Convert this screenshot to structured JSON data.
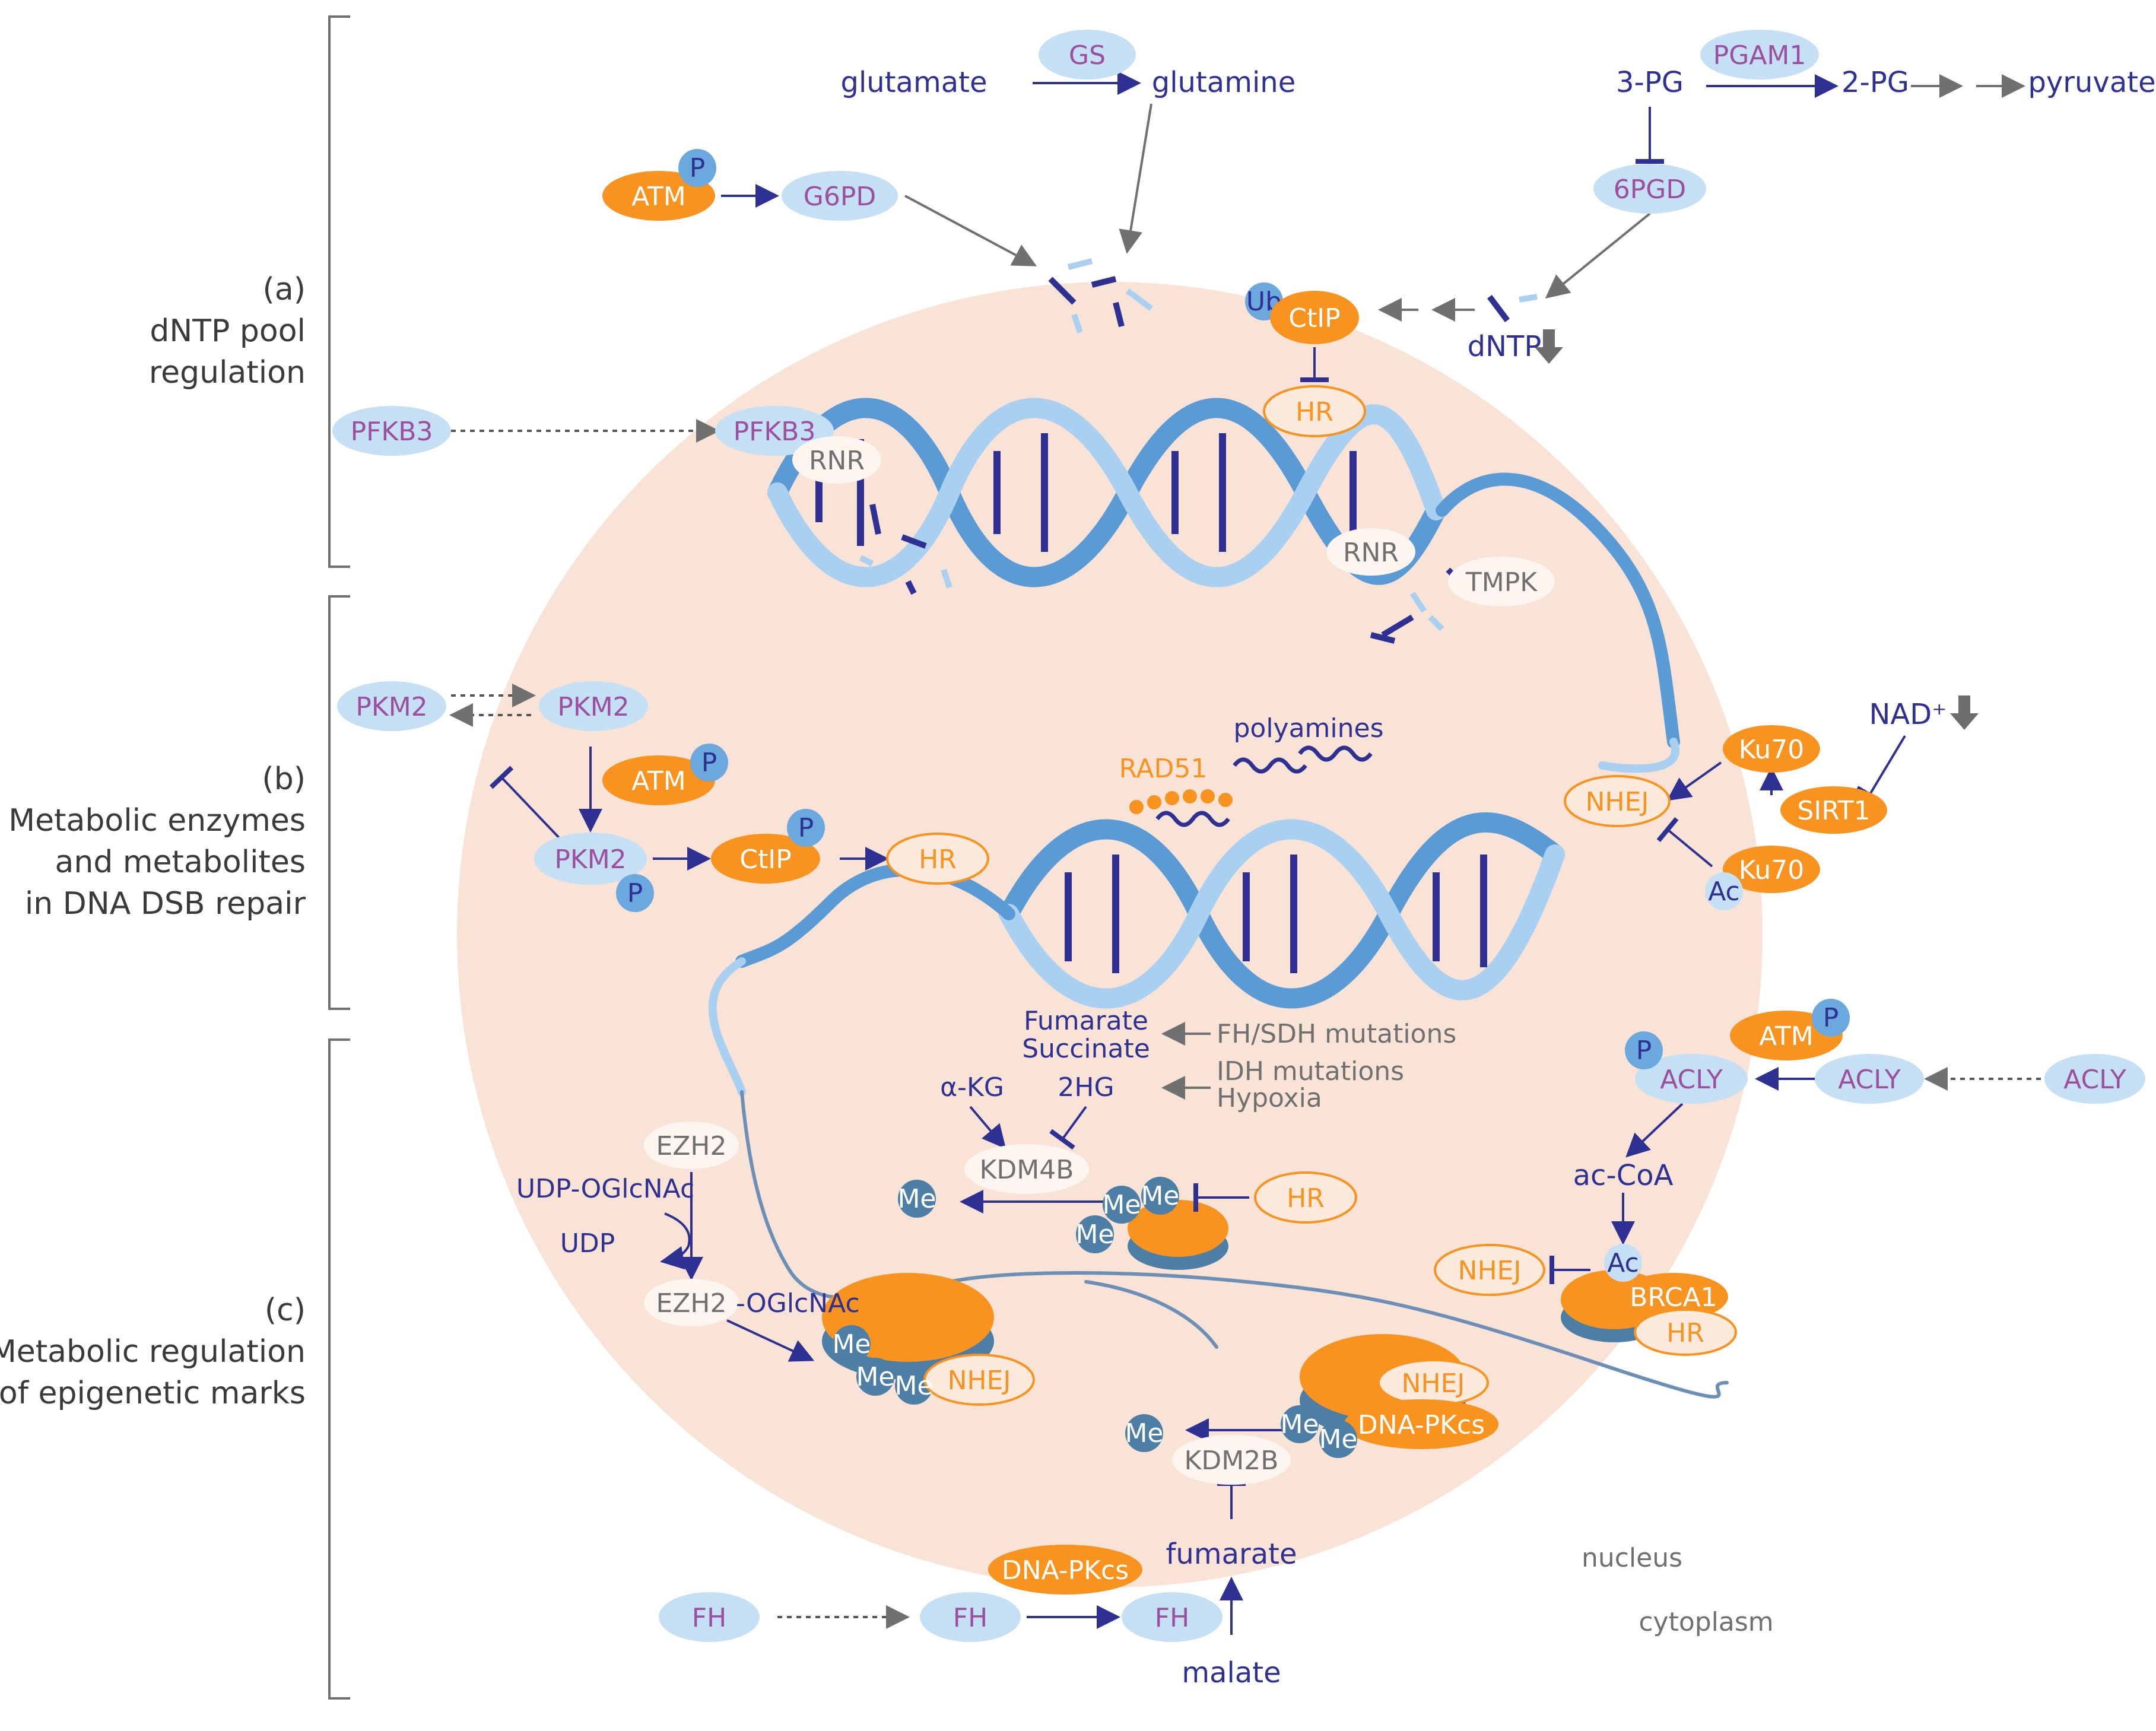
{
  "sections": {
    "a": {
      "letter": "(a)",
      "line1": "dNTP pool",
      "line2": "regulation"
    },
    "b": {
      "letter": "(b)",
      "line1": "Metabolic enzymes",
      "line2": "and metabolites",
      "line3": "in DNA DSB repair"
    },
    "c": {
      "letter": "(c)",
      "line1": "Metabolic regulation",
      "line2": "of epigenetic marks"
    }
  },
  "top": {
    "glutamate": "glutamate",
    "gs": "GS",
    "glutamine": "glutamine",
    "pg3": "3-PG",
    "pgam1": "PGAM1",
    "pg2": "2-PG",
    "pyruvate": "pyruvate",
    "atm": "ATM",
    "p": "P",
    "g6pd": "G6PD",
    "pgd6": "6PGD",
    "ub": "Ub",
    "ctip": "CtIP",
    "dntp": "dNTP",
    "hr": "HR",
    "pfkb3_out": "PFKB3",
    "pfkb3_in": "PFKB3",
    "rnr1": "RNR",
    "rnr2": "RNR",
    "tmpk": "TMPK"
  },
  "mid": {
    "pkm2_a": "PKM2",
    "pkm2_b": "PKM2",
    "pkm2_c": "PKM2",
    "atm": "ATM",
    "p1": "P",
    "p2": "P",
    "p3": "P",
    "ctip": "CtIP",
    "hr": "HR",
    "rad51": "RAD51",
    "polyamines": "polyamines",
    "nad": "NAD⁺",
    "ku70_a": "Ku70",
    "ku70_b": "Ku70",
    "sirt1": "SIRT1",
    "nhej": "NHEJ",
    "ac": "Ac"
  },
  "bottom": {
    "fumarate_succ1": "Fumarate",
    "fumarate_succ2": "Succinate",
    "fh_sdh": "FH/SDH mutations",
    "idh": "IDH mutations",
    "hypoxia": "Hypoxia",
    "akg": "α-KG",
    "hg2": "2HG",
    "kdm4b": "KDM4B",
    "me": "Me",
    "hr1": "HR",
    "atm": "ATM",
    "p": "P",
    "p2": "P",
    "acly_a": "ACLY",
    "acly_b": "ACLY",
    "acly_c": "ACLY",
    "accoa": "ac-CoA",
    "nhej1": "NHEJ",
    "ac": "Ac",
    "brca1": "BRCA1",
    "hr2": "HR",
    "ezh2_a": "EZH2",
    "udp_og": "UDP-OGlcNAc",
    "udp": "UDP",
    "ezh2_b": "EZH2",
    "ogl": "-OGlcNAc",
    "nhej2": "NHEJ",
    "nhej3": "NHEJ",
    "dnapkcs1": "DNA-PKcs",
    "kdm2b": "KDM2B",
    "fumarate": "fumarate",
    "dnapkcs2": "DNA-PKcs",
    "nucleus": "nucleus",
    "cytoplasm": "cytoplasm",
    "fh1": "FH",
    "fh2": "FH",
    "fh3": "FH",
    "malate": "malate"
  }
}
